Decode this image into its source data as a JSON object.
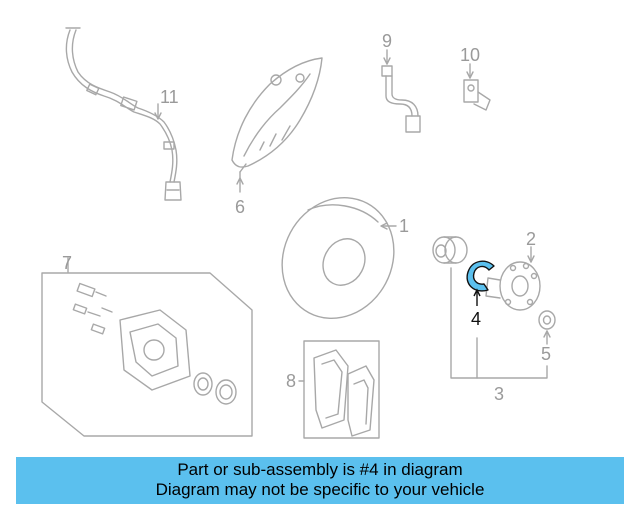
{
  "callouts": {
    "c1": "1",
    "c2": "2",
    "c3": "3",
    "c4": "4",
    "c5": "5",
    "c6": "6",
    "c7": "7",
    "c8": "8",
    "c9": "9",
    "c10": "10",
    "c11": "11"
  },
  "highlight_part": "4",
  "colors": {
    "line": "#a8a8a8",
    "highlight_fill": "#5bc0ee",
    "highlight_stroke": "#111111",
    "banner_bg": "#5bc0ee"
  },
  "banner": {
    "line1": "Part or sub-assembly is #4 in diagram",
    "line2": "Diagram may not be specific to your vehicle"
  }
}
